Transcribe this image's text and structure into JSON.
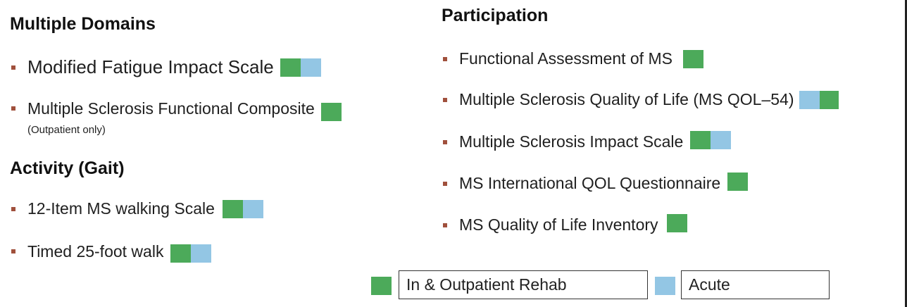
{
  "left": {
    "multiple_domains": {
      "title": "Multiple Domains",
      "items": [
        {
          "label": "Modified Fatigue Impact Scale",
          "settings": [
            "inpatient_outpatient",
            "acute"
          ]
        },
        {
          "label": "Multiple Sclerosis Functional Composite",
          "settings": [
            "inpatient_outpatient"
          ],
          "note": "(Outpatient only)"
        }
      ]
    },
    "activity_gait": {
      "title": "Activity (Gait)",
      "items": [
        {
          "label": "12-Item MS walking Scale",
          "settings": [
            "inpatient_outpatient",
            "acute"
          ]
        },
        {
          "label": "Timed 25-foot walk",
          "settings": [
            "inpatient_outpatient",
            "acute"
          ]
        }
      ]
    }
  },
  "right": {
    "participation": {
      "title": "Participation",
      "items": [
        {
          "label": "Functional Assessment of MS",
          "settings": [
            "inpatient_outpatient"
          ]
        },
        {
          "label": "Multiple Sclerosis Quality of Life (MS QOL–54)",
          "settings": [
            "acute",
            "inpatient_outpatient"
          ]
        },
        {
          "label": "Multiple Sclerosis Impact Scale",
          "settings": [
            "inpatient_outpatient",
            "acute"
          ]
        },
        {
          "label": "MS International QOL Questionnaire",
          "settings": [
            "inpatient_outpatient"
          ]
        },
        {
          "label": "MS Quality of Life Inventory",
          "settings": [
            "inpatient_outpatient"
          ]
        }
      ]
    }
  },
  "legend": {
    "inpatient_outpatient": {
      "label": "In & Outpatient Rehab",
      "color": "#4caa5a"
    },
    "acute": {
      "label": "Acute",
      "color": "#93c6e4"
    }
  },
  "colors": {
    "bullet": "#a0503c",
    "green": "#4caa5a",
    "blue": "#93c6e4"
  }
}
